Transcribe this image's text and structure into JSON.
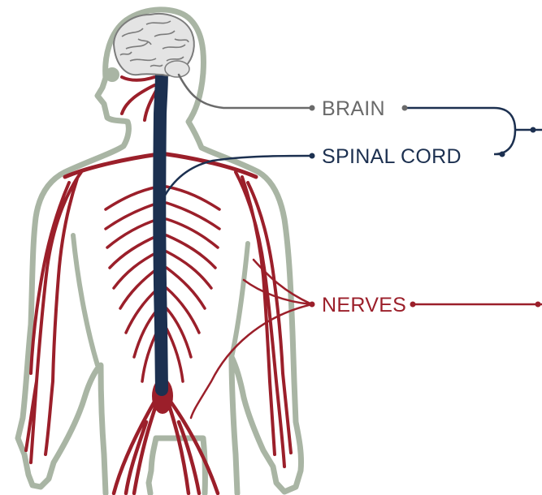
{
  "labels": {
    "brain": "BRAIN",
    "spinal_cord": "SPINAL CORD",
    "nerves": "NERVES"
  },
  "colors": {
    "background": "#ffffff",
    "body_outline": "#a9b5a4",
    "brain_fill": "#e4e4e4",
    "brain_folds": "#7c7c7c",
    "spinal_cord": "#1c3050",
    "nerves": "#9b1f2a",
    "brain_leader": "#6a6a6a",
    "spinal_leader": "#1c3050",
    "nerves_leader": "#9b1f2a"
  },
  "icons": {
    "figure": "human-silhouette-icon",
    "brain": "brain-icon"
  }
}
